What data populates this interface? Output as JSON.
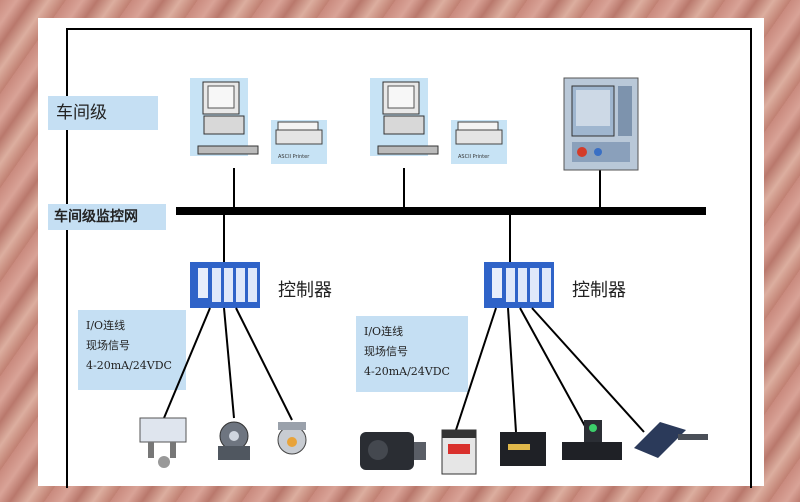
{
  "levels": {
    "workshop_level": "车间级",
    "monitor_network": "车间级监控网"
  },
  "controllers": [
    {
      "label": "控制器"
    },
    {
      "label": "控制器"
    }
  ],
  "io_boxes": [
    {
      "line1": "I/O连线",
      "line2": "现场信号",
      "line3": "4-20mA/24VDC"
    },
    {
      "line1": "I/O连线",
      "line2": "现场信号",
      "line3": "4-20mA/24VDC"
    }
  ],
  "printer_label": "ASCII Printer",
  "colors": {
    "label_bg": "#c5dff3",
    "controller_blue": "#2f63c8",
    "bus": "#000000"
  },
  "icons": [
    "workstation-icon",
    "printer-icon",
    "hmi-panel-icon",
    "plc-controller-icon",
    "valve-icon",
    "pump-icon",
    "motor-icon",
    "drive-icon",
    "transmitter-icon",
    "flowmeter-icon"
  ]
}
